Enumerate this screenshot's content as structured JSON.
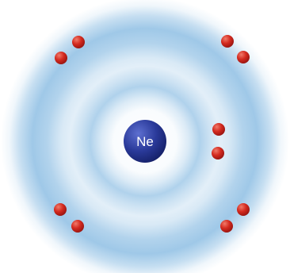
{
  "atom": {
    "nucleus": {
      "symbol": "Ne",
      "color": "#1f2f8c",
      "text_color": "#ffffff"
    },
    "electron_color": "#d42a1f",
    "shell_color": "#7fb6e0",
    "shells": [
      {
        "name": "inner-shell",
        "electron_count": 2
      },
      {
        "name": "outer-shell",
        "electron_count": 8
      }
    ]
  }
}
